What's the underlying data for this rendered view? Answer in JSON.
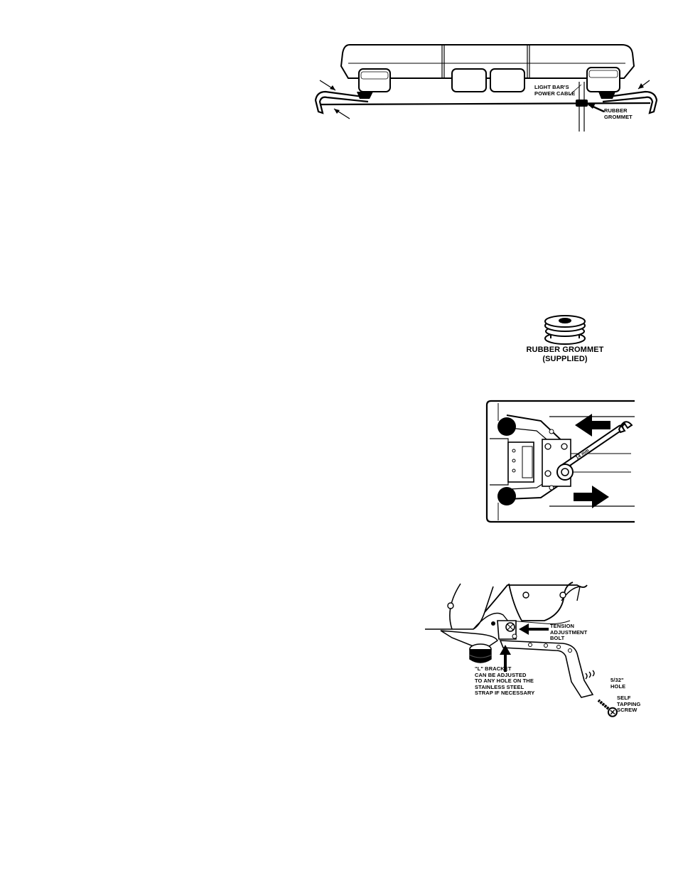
{
  "figure1": {
    "label_power_cable_line1": "LIGHT BAR'S",
    "label_power_cable_line2": "POWER CABLE",
    "label_grommet_line1": "RUBBER",
    "label_grommet_line2": "GROMMET"
  },
  "figure2": {
    "caption_line1": "RUBBER GROMMET",
    "caption_line2": "(SUPPLIED)"
  },
  "figure3": {
    "wrench_size": "14 mm"
  },
  "figure4": {
    "tension_line1": "TENSION",
    "tension_line2": "ADJUSTMENT",
    "tension_line3": "BOLT",
    "bracket_line1": "\"L\" BRACKET",
    "bracket_line2": "CAN BE ADJUSTED",
    "bracket_line3": "TO ANY HOLE ON THE",
    "bracket_line4": "STAINLESS STEEL",
    "bracket_line5": "STRAP IF NECESSARY",
    "hole_line1": "5/32\"",
    "hole_line2": "HOLE",
    "screw_line1": "SELF",
    "screw_line2": "TAPPING",
    "screw_line3": "SCREW"
  }
}
